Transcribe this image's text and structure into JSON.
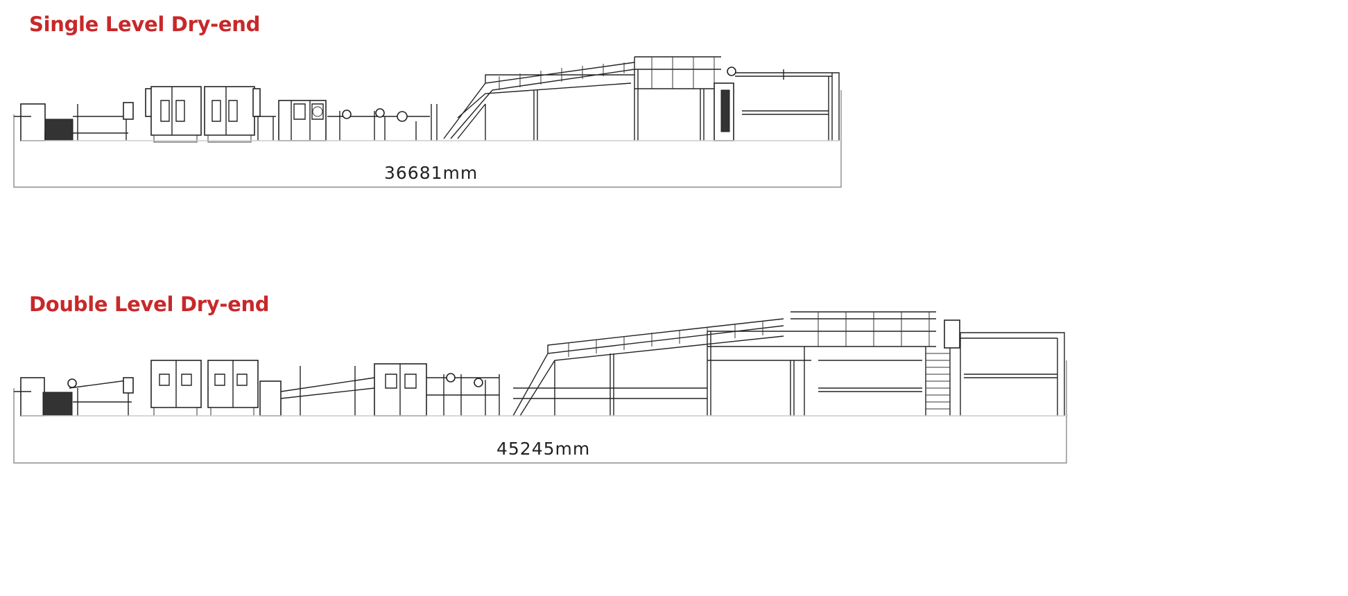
{
  "sections": [
    {
      "title": "Single Level Dry-end",
      "dimension": "36681mm"
    },
    {
      "title": "Double Level Dry-end",
      "dimension": "45245mm"
    }
  ],
  "colors": {
    "title": "#c8282a",
    "line": "#222222"
  }
}
